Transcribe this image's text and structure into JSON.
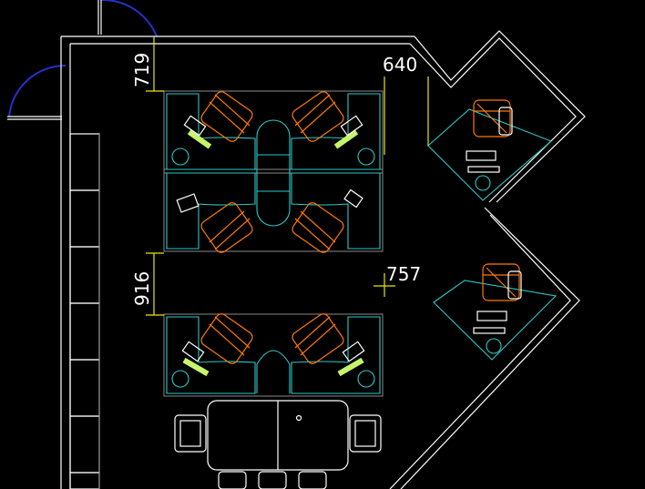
{
  "drawing": {
    "background": "#000000",
    "colors": {
      "wall": "#ffffff",
      "desk": "#2ec8c8",
      "chair": "#ff7a00",
      "dimension": "#e8e800",
      "door_swing": "#2233cc",
      "pedestal": "#2ec8c8",
      "accent_green": "#c6f56b"
    },
    "dimensions": [
      {
        "id": "dim-719",
        "value": "719"
      },
      {
        "id": "dim-640",
        "value": "640"
      },
      {
        "id": "dim-916",
        "value": "916"
      },
      {
        "id": "dim-757",
        "value": "757"
      }
    ]
  }
}
